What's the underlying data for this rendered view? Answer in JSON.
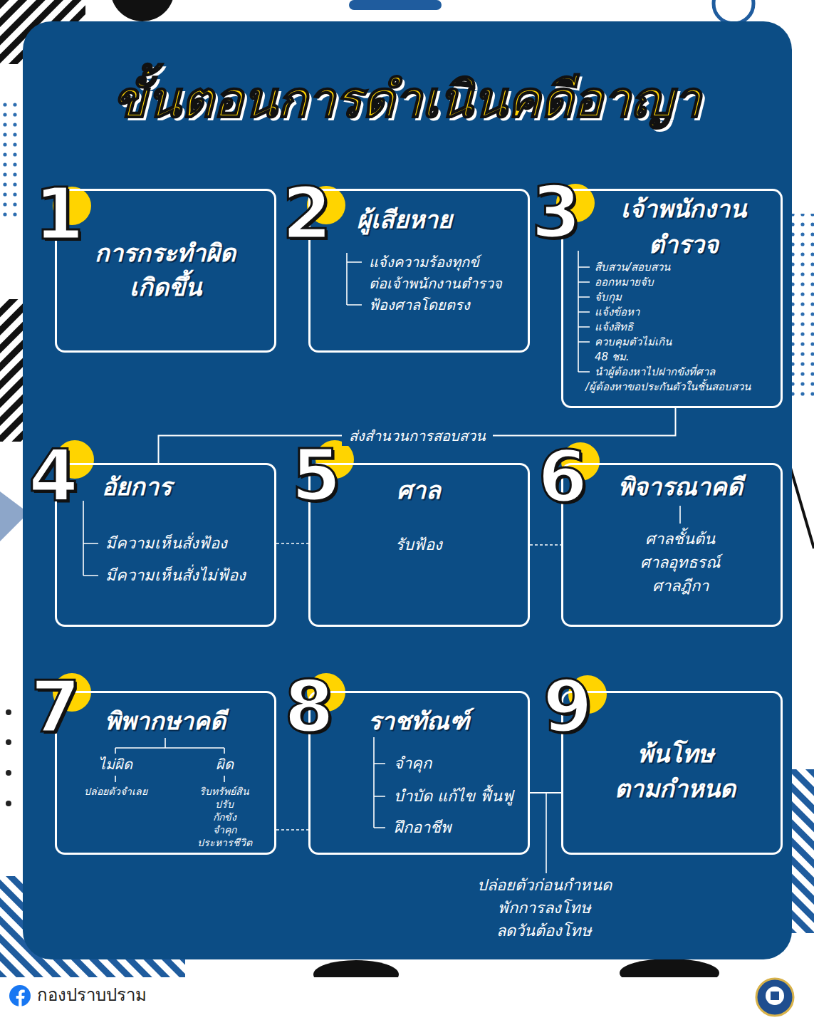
{
  "diagram": {
    "title": "ขั้นตอนการดำเนินคดีอาญา",
    "nodes": [
      {
        "text": [
          "การกระทำผิด เกิดขึ้น"
        ]
      },
      {
        "text": [
          "ผู้เสียหาย",
          "แจ้งความร้องทุกข์ ต่อเจ้าพนักงานตำรวจ",
          "ฟ้องศาลโดยตรง"
        ]
      },
      {
        "text": [
          "เจ้าพนักงาน ตำรวจ",
          "สืบสวน/สอบสวน",
          "ออกหมายจับ",
          "จับกุม",
          "แจ้งข้อหา",
          "แจ้งสิทธิ",
          "ควบคุมตัวไม่เกิน 48 ชม.",
          "นำผู้ต้องหาไปฝากขังที่ศาล /ผู้ต้องหาขอประกันตัวในชั้นสอบสวน"
        ]
      },
      {
        "text": [
          "อัยการ",
          "มีความเห็นสั่งฟ้อง",
          "มีความเห็นสั่งไม่ฟ้อง"
        ]
      },
      {
        "text": [
          "ศาล",
          "รับฟ้อง"
        ]
      },
      {
        "text": [
          "พิจารณาคดี",
          "ศาลชั้นต้น",
          "ศาลอุทธรณ์",
          "ศาลฎีกา"
        ]
      },
      {
        "text": [
          "พิพากษาคดี",
          "ไม่ผิด",
          "ปล่อยตัวจำเลย",
          "ผิด",
          "ริบทรัพย์สิน",
          "ปรับ",
          "กักขัง",
          "จำคุก",
          "ประหารชีวิต"
        ]
      },
      {
        "text": [
          "ราชทัณฑ์",
          "จำคุก",
          "บำบัด แก้ไข ฟื้นฟู",
          "ฝึกอาชีพ"
        ]
      },
      {
        "text": [
          "พ้นโทษ ตามกำหนด"
        ]
      }
    ],
    "edges": [
      {
        "from": 2,
        "to": 3,
        "label": "ส่งสำนวนการสอบสวน",
        "arrow": "none"
      },
      {
        "from": 3,
        "to": 4,
        "arrow": "none"
      },
      {
        "from": 4,
        "to": 5,
        "arrow": "none"
      },
      {
        "from": 6,
        "to": 7,
        "arrow": "none"
      },
      {
        "from": 7,
        "to": 8,
        "arrow": "none"
      }
    ],
    "labels": [
      "1",
      "2",
      "3",
      "4",
      "5",
      "6",
      "7",
      "8",
      "9",
      "ปล่อยตัวก่อนกำหนด",
      "พักการลงโทษ",
      "ลดวันต้องโทษ",
      "กองปราบปราม"
    ]
  }
}
